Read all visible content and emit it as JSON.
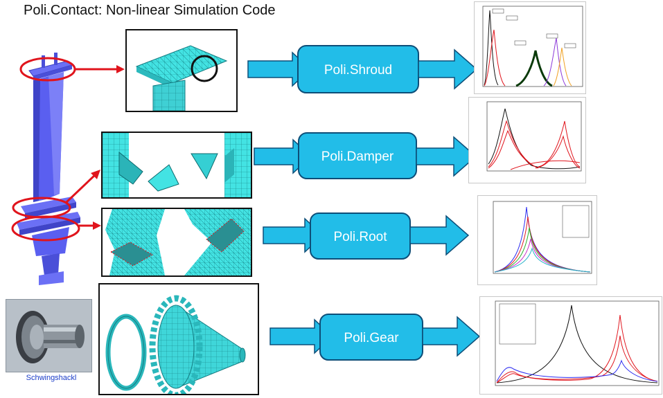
{
  "title": "Poli.Contact: Non-linear Simulation Code",
  "modules": [
    {
      "label": "Poli.Shroud"
    },
    {
      "label": "Poli.Damper"
    },
    {
      "label": "Poli.Root"
    },
    {
      "label": "Poli.Gear"
    }
  ],
  "photo_caption": "Schwingshackl",
  "colors": {
    "arrow_fill": "#22bde8",
    "arrow_stroke": "#0d4e78",
    "module_fill": "#22bde8",
    "highlight": "#e0141c",
    "blade": "#5a5ff0",
    "mesh": "#43e3e3"
  }
}
